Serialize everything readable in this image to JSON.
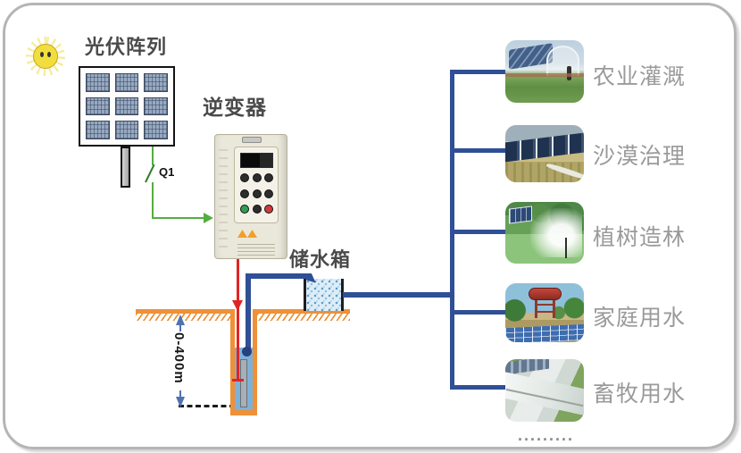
{
  "pv": {
    "label": "光伏阵列"
  },
  "switch": {
    "label": "Q1"
  },
  "inverter": {
    "label": "逆变器"
  },
  "tank": {
    "label": "储水箱"
  },
  "well": {
    "depth_label": "0-400m"
  },
  "applications": [
    {
      "label": "农业灌溉",
      "image": "greenhouse-irrigation-photo"
    },
    {
      "label": "沙漠治理",
      "image": "desert-solar-photo"
    },
    {
      "label": "植树造林",
      "image": "afforestation-sprinkler-photo"
    },
    {
      "label": "家庭用水",
      "image": "household-water-tower-photo"
    },
    {
      "label": "畜牧用水",
      "image": "livestock-channel-photo"
    }
  ],
  "more_indicator": ".........",
  "colors": {
    "pipe_blue": "#2f4f96",
    "ground_orange": "#ee9138",
    "wire_green": "#55ad3f",
    "flow_red": "#e02424",
    "label_dark": "#4a4a4a",
    "label_gray": "#9a9a9a",
    "sun_yellow": "#f1de3e"
  }
}
